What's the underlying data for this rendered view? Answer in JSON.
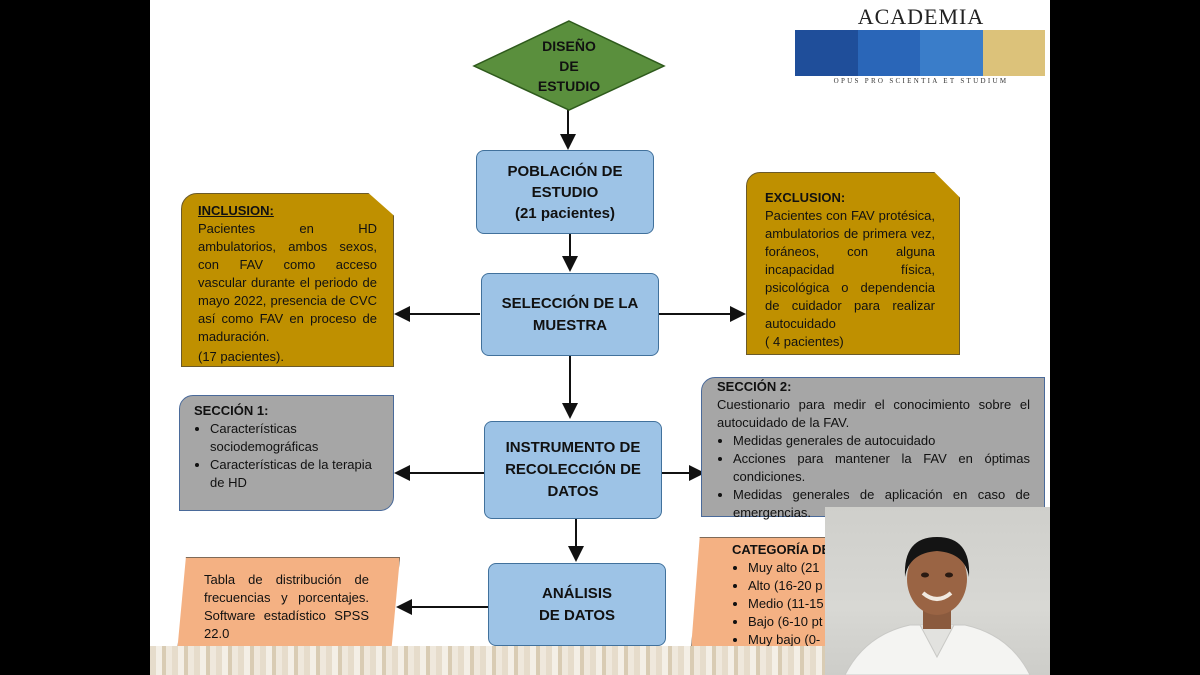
{
  "logo": {
    "title": "ACADEMIA JOURNALS",
    "motto": "OPUS PRO SCIENTIA ET STUDIUM",
    "colors": [
      "#1f4e9a",
      "#2a66b8",
      "#3a7dc9",
      "#dcc27a"
    ]
  },
  "diseno": {
    "line1": "DISEÑO",
    "line2": "DE",
    "line3": "ESTUDIO"
  },
  "poblacion": {
    "line1": "POBLACIÓN DE",
    "line2": "ESTUDIO",
    "line3": "(21 pacientes)"
  },
  "seleccion": {
    "line1": "SELECCIÓN DE LA",
    "line2": "MUESTRA"
  },
  "instrumento": {
    "line1": "INSTRUMENTO DE",
    "line2": "RECOLECCIÓN DE",
    "line3": "DATOS"
  },
  "analisis": {
    "line1": "ANÁLISIS",
    "line2": "DE DATOS"
  },
  "inclusion": {
    "title": "INCLUSION:",
    "text": "Pacientes en HD ambulatorios, ambos sexos, con FAV como acceso vascular durante el periodo de mayo 2022, presencia de CVC así como FAV en proceso de maduración.",
    "count": "(17 pacientes)."
  },
  "exclusion": {
    "title": "EXCLUSION:",
    "text": "Pacientes con FAV protésica, ambulatorios de primera vez, foráneos, con alguna incapacidad física, psicológica o dependencia de cuidador para realizar autocuidado",
    "count": "( 4 pacientes)"
  },
  "seccion1": {
    "title": "SECCIÓN 1:",
    "items": [
      "Características sociodemográficas",
      "Características de la terapia de HD"
    ]
  },
  "seccion2": {
    "title": "SECCIÓN 2:",
    "intro": "Cuestionario para medir el conocimiento sobre el autocuidado de la FAV.",
    "items": [
      "Medidas generales de autocuidado",
      "Acciones para mantener la FAV en óptimas condiciones.",
      "Medidas generales de aplicación en caso de emergencias."
    ]
  },
  "analisis_text": {
    "text": "Tabla de distribución de frecuencias y porcentajes. Software estadístico SPSS 22.0"
  },
  "categoria": {
    "title": "CATEGORÍA DE",
    "items": [
      "Muy alto (21",
      "Alto (16-20 p",
      "Medio (11-15",
      "Bajo (6-10 pt",
      "Muy bajo (0-"
    ]
  }
}
